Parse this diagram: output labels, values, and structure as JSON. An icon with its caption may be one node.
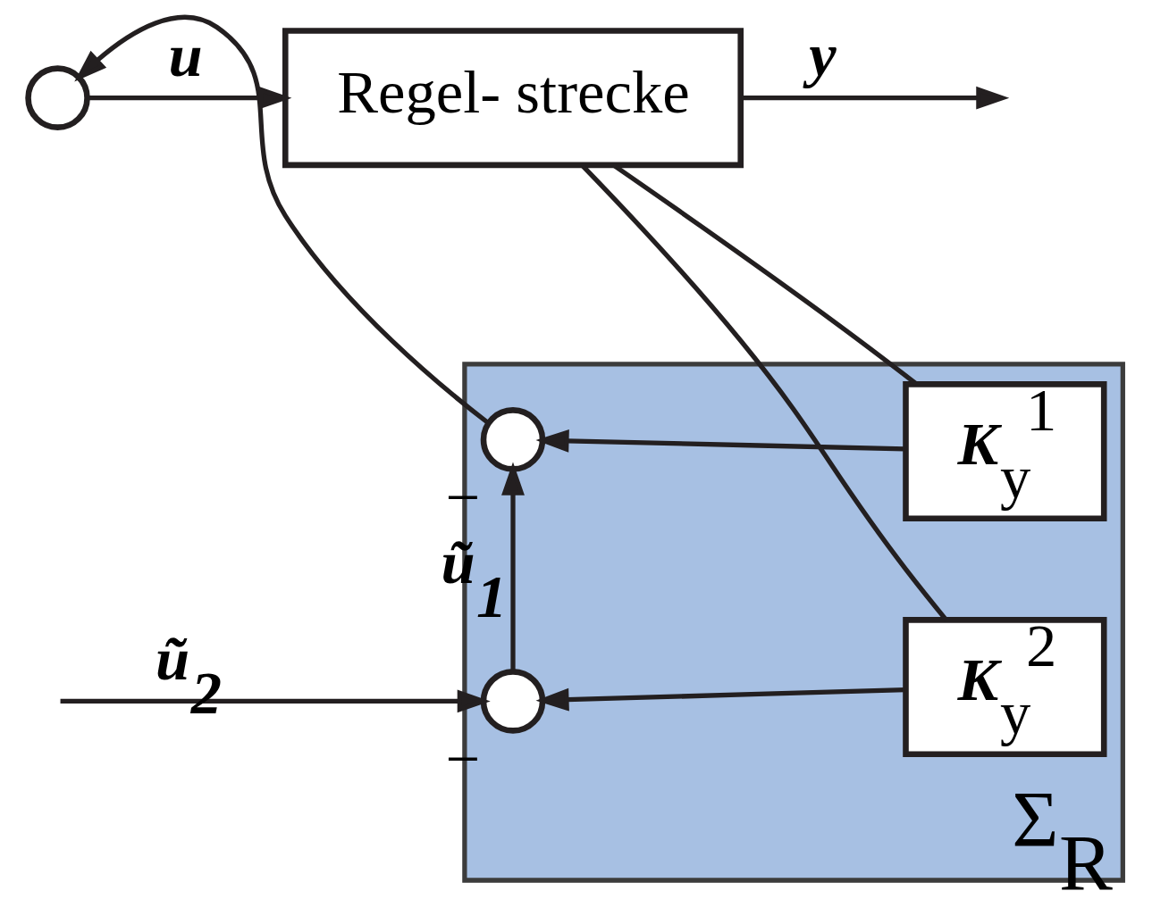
{
  "diagram": {
    "nodes": [
      {
        "text": [
          "Regel- strecke"
        ]
      },
      {
        "text": [
          "Σ$_{R}$"
        ]
      },
      {
        "text": [],
        "shape": "circle"
      },
      {
        "text": [
          "**K**$_{y}$$^{1}$"
        ],
        "in": 1
      },
      {
        "text": [
          "**K**$_{y}$$^{2}$"
        ],
        "in": 1
      },
      {
        "text": [],
        "shape": "circle",
        "in": 1,
        "beside": [
          "−"
        ]
      },
      {
        "text": [],
        "shape": "circle",
        "in": 1,
        "beside": [
          "−"
        ]
      }
    ],
    "edges": [
      {
        "from": 2,
        "to": 0,
        "arrow": "to",
        "label": "u"
      },
      {
        "from": 0,
        "to": null,
        "arrow": "to",
        "label": "y"
      },
      {
        "from": 0,
        "to": 3,
        "arrow": "none"
      },
      {
        "from": 0,
        "to": 4,
        "arrow": "none"
      },
      {
        "from": 3,
        "to": 5,
        "arrow": "to"
      },
      {
        "from": 4,
        "to": 6,
        "arrow": "to"
      },
      {
        "from": 5,
        "to": 2,
        "arrow": "to"
      },
      {
        "from": 6,
        "to": 5,
        "arrow": "to",
        "label": "ũ$_{1}$"
      },
      {
        "from": null,
        "to": 6,
        "arrow": "to",
        "label": "ũ$_{2}$"
      }
    ]
  }
}
